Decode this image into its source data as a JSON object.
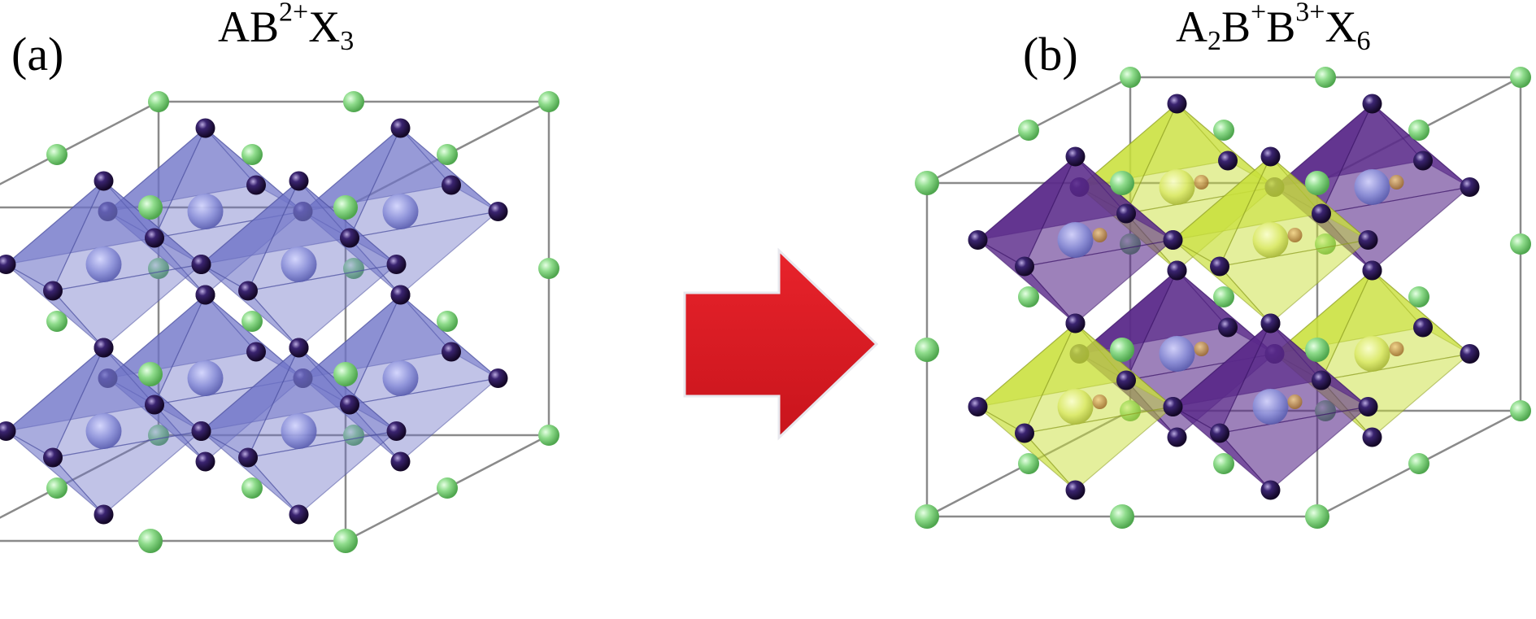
{
  "panel_a": {
    "label": "(a)",
    "formula": {
      "p1": "AB",
      "p2": "2+",
      "p3": "X",
      "p4": "3"
    }
  },
  "panel_b": {
    "label": "(b)",
    "formula": {
      "p1": "A",
      "p2": "2",
      "p3": "B",
      "p4": "+",
      "p5": "B",
      "p6": "3+",
      "p7": "X",
      "p8": "6"
    }
  },
  "arrow": {
    "direction": "right",
    "color": "#dd1a22"
  },
  "colors": {
    "a_site_atom": "#8fdc8c",
    "x_site_atom": "#2a1450",
    "octahedron_a": "#6f74c8",
    "octahedron_b_plus": "#c9e03c",
    "octahedron_b_3plus": "#5a2a8a",
    "cell_edge": "#8a8a8a"
  }
}
